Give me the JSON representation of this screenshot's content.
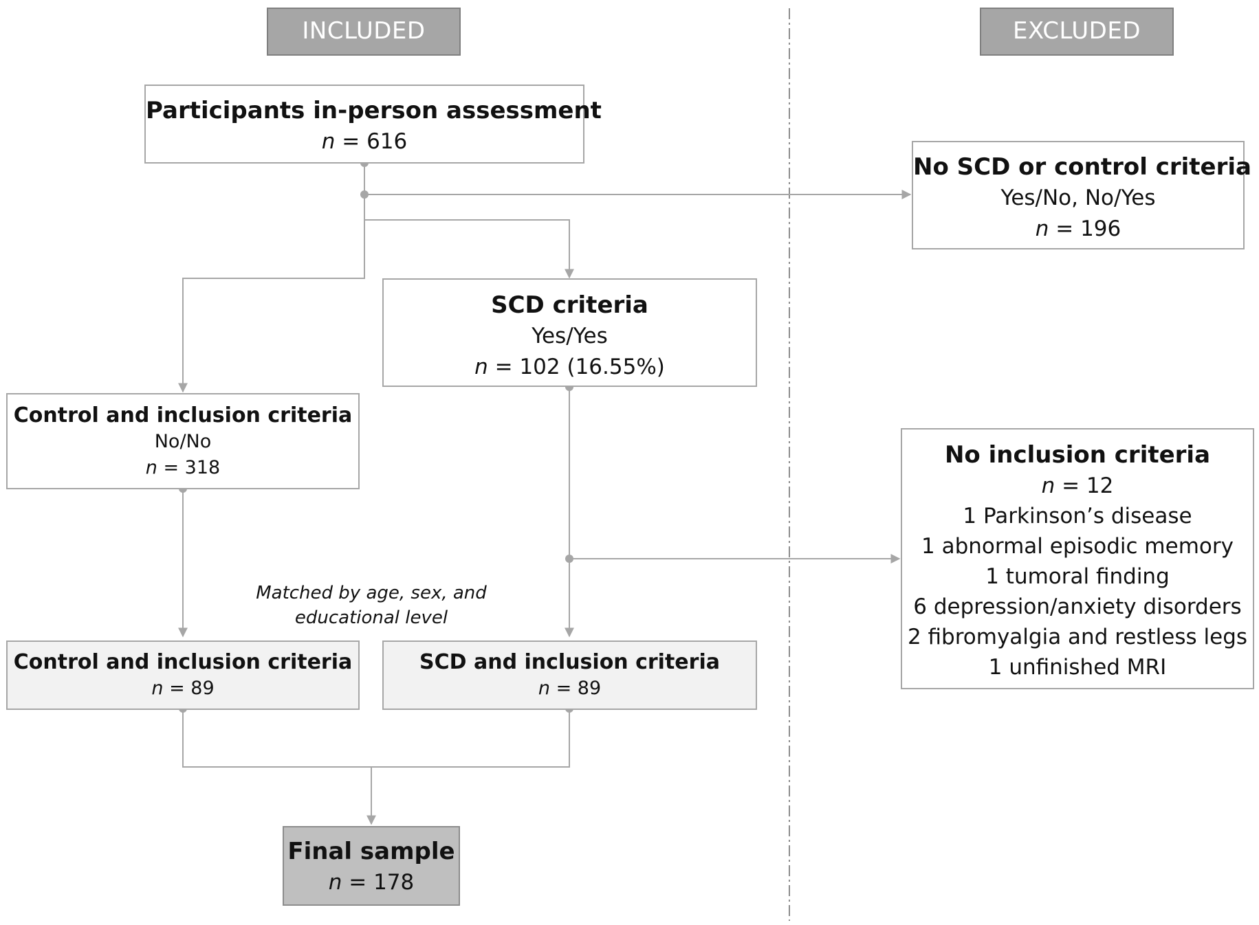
{
  "headers": {
    "included": "INCLUDED",
    "excluded": "EXCLUDED"
  },
  "nodes": {
    "participants": {
      "title": "Participants in-person assessment",
      "n_prefix": "n",
      "n_rest": " = 616"
    },
    "no_scd_control": {
      "title": "No SCD or control criteria",
      "sub": "Yes/No, No/Yes",
      "n_prefix": "n",
      "n_rest": " = 196"
    },
    "scd_criteria": {
      "title": "SCD criteria",
      "sub": "Yes/Yes",
      "n_prefix": "n",
      "n_rest": " = 102 (16.55%)"
    },
    "control_inclusion_1": {
      "title": "Control and inclusion criteria",
      "sub": "No/No",
      "n_prefix": "n",
      "n_rest": " = 318"
    },
    "no_inclusion": {
      "title": "No inclusion criteria",
      "n_prefix": "n",
      "n_rest": " = 12",
      "items": [
        "1 Parkinson’s disease",
        "1 abnormal episodic memory",
        "1 tumoral finding",
        "6 depression/anxiety disorders",
        "2 fibromyalgia and restless legs",
        "1 unfinished MRI"
      ]
    },
    "control_inclusion_2": {
      "title": "Control and inclusion criteria",
      "n_prefix": "n",
      "n_rest": " = 89"
    },
    "scd_inclusion": {
      "title": "SCD and inclusion criteria",
      "n_prefix": "n",
      "n_rest": " = 89"
    },
    "final_sample": {
      "title": "Final sample",
      "n_prefix": "n",
      "n_rest": " = 178"
    }
  },
  "annotations": {
    "matched_line1": "Matched by age, sex, and",
    "matched_line2": "educational level"
  },
  "colors": {
    "connector": "#a6a6a6",
    "header_fill": "#a6a6a6",
    "final_fill": "#bfbfbf",
    "shaded_fill": "#f2f2f2",
    "divider": "#8c8c8c"
  }
}
